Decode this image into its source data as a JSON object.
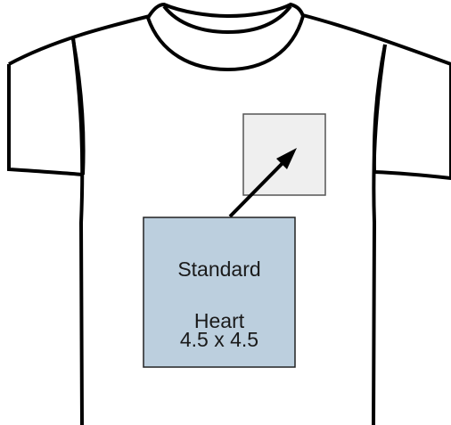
{
  "placement": {
    "name_line1": "Standard",
    "name_line2": "Heart",
    "size": "4.5 x 4.5"
  },
  "colors": {
    "shirt_outline": "#000000",
    "shirt_fill": "#ffffff",
    "print_area_fill": "#efefef",
    "print_area_stroke": "#555555",
    "label_box_fill": "#bccfde",
    "label_box_stroke": "#222222",
    "arrow": "#000000"
  }
}
